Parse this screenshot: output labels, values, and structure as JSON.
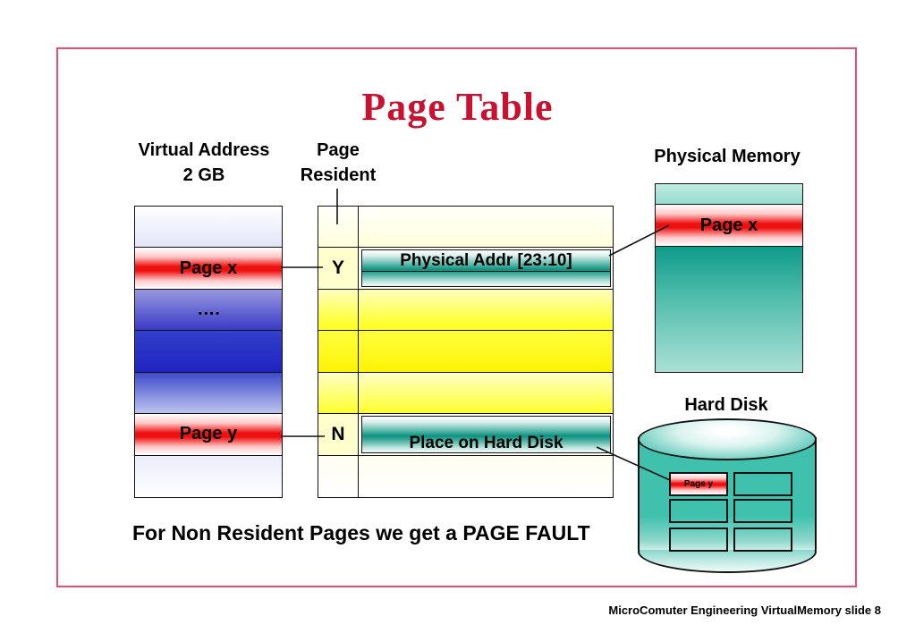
{
  "slide": {
    "title": "Page Table",
    "caption": "For Non Resident Pages we get a PAGE FAULT",
    "footer": "MicroComuter Engineering VirtualMemory slide 8"
  },
  "labels": {
    "virtual_address": [
      "Virtual Address",
      "2 GB"
    ],
    "page_resident": [
      "Page",
      "Resident"
    ],
    "physical_memory": "Physical Memory",
    "hard_disk": "Hard Disk"
  },
  "virtual_address_table": {
    "page_x": "Page x",
    "dots": "….",
    "page_y": "Page y"
  },
  "page_table": {
    "flag_resident": "Y",
    "flag_not_resident": "N",
    "entry_resident": "Physical Addr [23:10]",
    "entry_not_resident": "Place on Hard Disk"
  },
  "physical_memory": {
    "page_label": "Page x"
  },
  "hard_disk": {
    "page_label": "Page y"
  },
  "colors": {
    "frame_pink": "#ea4c74",
    "title_crimson": "#c9122f",
    "page_red": "#ee0f0f",
    "memory_blue": "#2a33c6",
    "table_yellow": "#fcf303",
    "entry_teal": "#0d9181",
    "disk_teal": "#3fc1ae"
  }
}
